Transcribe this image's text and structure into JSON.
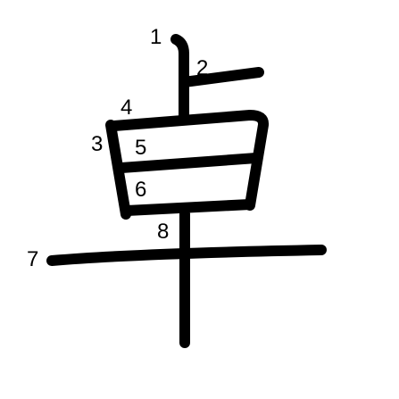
{
  "diagram": {
    "character": "卓",
    "stroke_numbers": [
      "1",
      "2",
      "3",
      "4",
      "5",
      "6",
      "7",
      "8"
    ],
    "stroke_color": "#000000",
    "background_color": "#ffffff"
  }
}
